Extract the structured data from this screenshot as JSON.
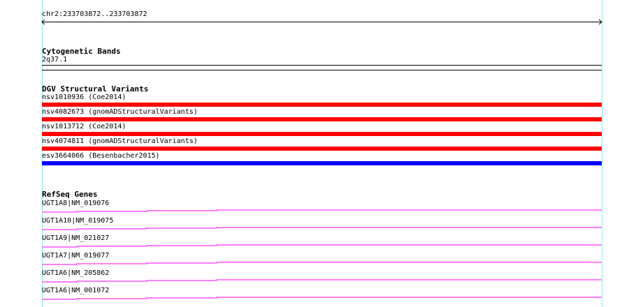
{
  "ruler": {
    "label": "chr2:233703872..233703872"
  },
  "cytoband": {
    "title": "Cytogenetic Bands",
    "band": "2q37.1"
  },
  "dgv": {
    "title": "DGV Structural Variants",
    "items": [
      {
        "label": "nsv1010936 (Coe2014)",
        "color": "#ff0000"
      },
      {
        "label": "nsv4082673 (gnomADStructuralVariants)",
        "color": "#ff0000"
      },
      {
        "label": "nsv1013712 (Coe2014)",
        "color": "#ff0000"
      },
      {
        "label": "nsv4074811 (gnomADStructuralVariants)",
        "color": "#ff0000"
      },
      {
        "label": "esv3664066 (Besenbacher2015)",
        "color": "#0000ff"
      }
    ]
  },
  "refseq": {
    "title": "RefSeq Genes",
    "color": "#ff00ff",
    "genes": [
      {
        "label": "UGT1A8|NM_019076"
      },
      {
        "label": "UGT1A10|NM_019075"
      },
      {
        "label": "UGT1A9|NM_021027"
      },
      {
        "label": "UGT1A7|NM_019077"
      },
      {
        "label": "UGT1A6|NM_205862"
      },
      {
        "label": "UGT1A6|NM_001072"
      }
    ]
  }
}
